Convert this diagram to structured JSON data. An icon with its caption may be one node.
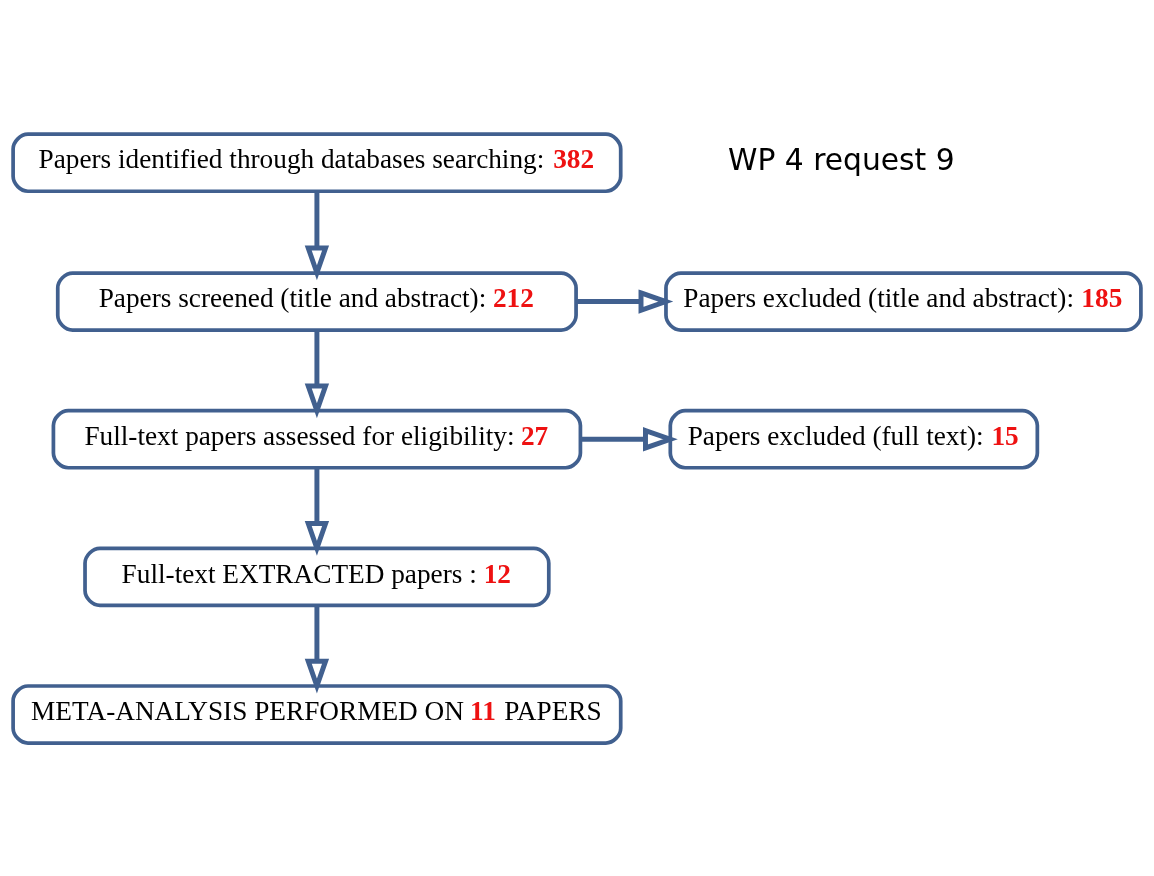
{
  "diagram": {
    "nodes": [
      {
        "text": [
          "Papers identified through databases searching: **382**"
        ]
      },
      {
        "text": [
          "Papers screened (title and abstract): **212**"
        ]
      },
      {
        "text": [
          "Papers excluded (title and abstract): **185**"
        ]
      },
      {
        "text": [
          "Full-text papers assessed for eligibility: **27**"
        ]
      },
      {
        "text": [
          "Papers excluded (full text): **15**"
        ]
      },
      {
        "text": [
          "Full-text EXTRACTED papers : **12**"
        ]
      },
      {
        "text": [
          "META-ANALYSIS PERFORMED ON **11** PAPERS"
        ]
      }
    ],
    "edges": [
      {
        "from": 0,
        "to": 1,
        "arrow": "to"
      },
      {
        "from": 1,
        "to": 2,
        "arrow": "to"
      },
      {
        "from": 1,
        "to": 3,
        "arrow": "to"
      },
      {
        "from": 3,
        "to": 4,
        "arrow": "to"
      },
      {
        "from": 3,
        "to": 5,
        "arrow": "to"
      },
      {
        "from": 5,
        "to": 6,
        "arrow": "to"
      }
    ],
    "labels": [
      "WP 4 request 9"
    ]
  }
}
